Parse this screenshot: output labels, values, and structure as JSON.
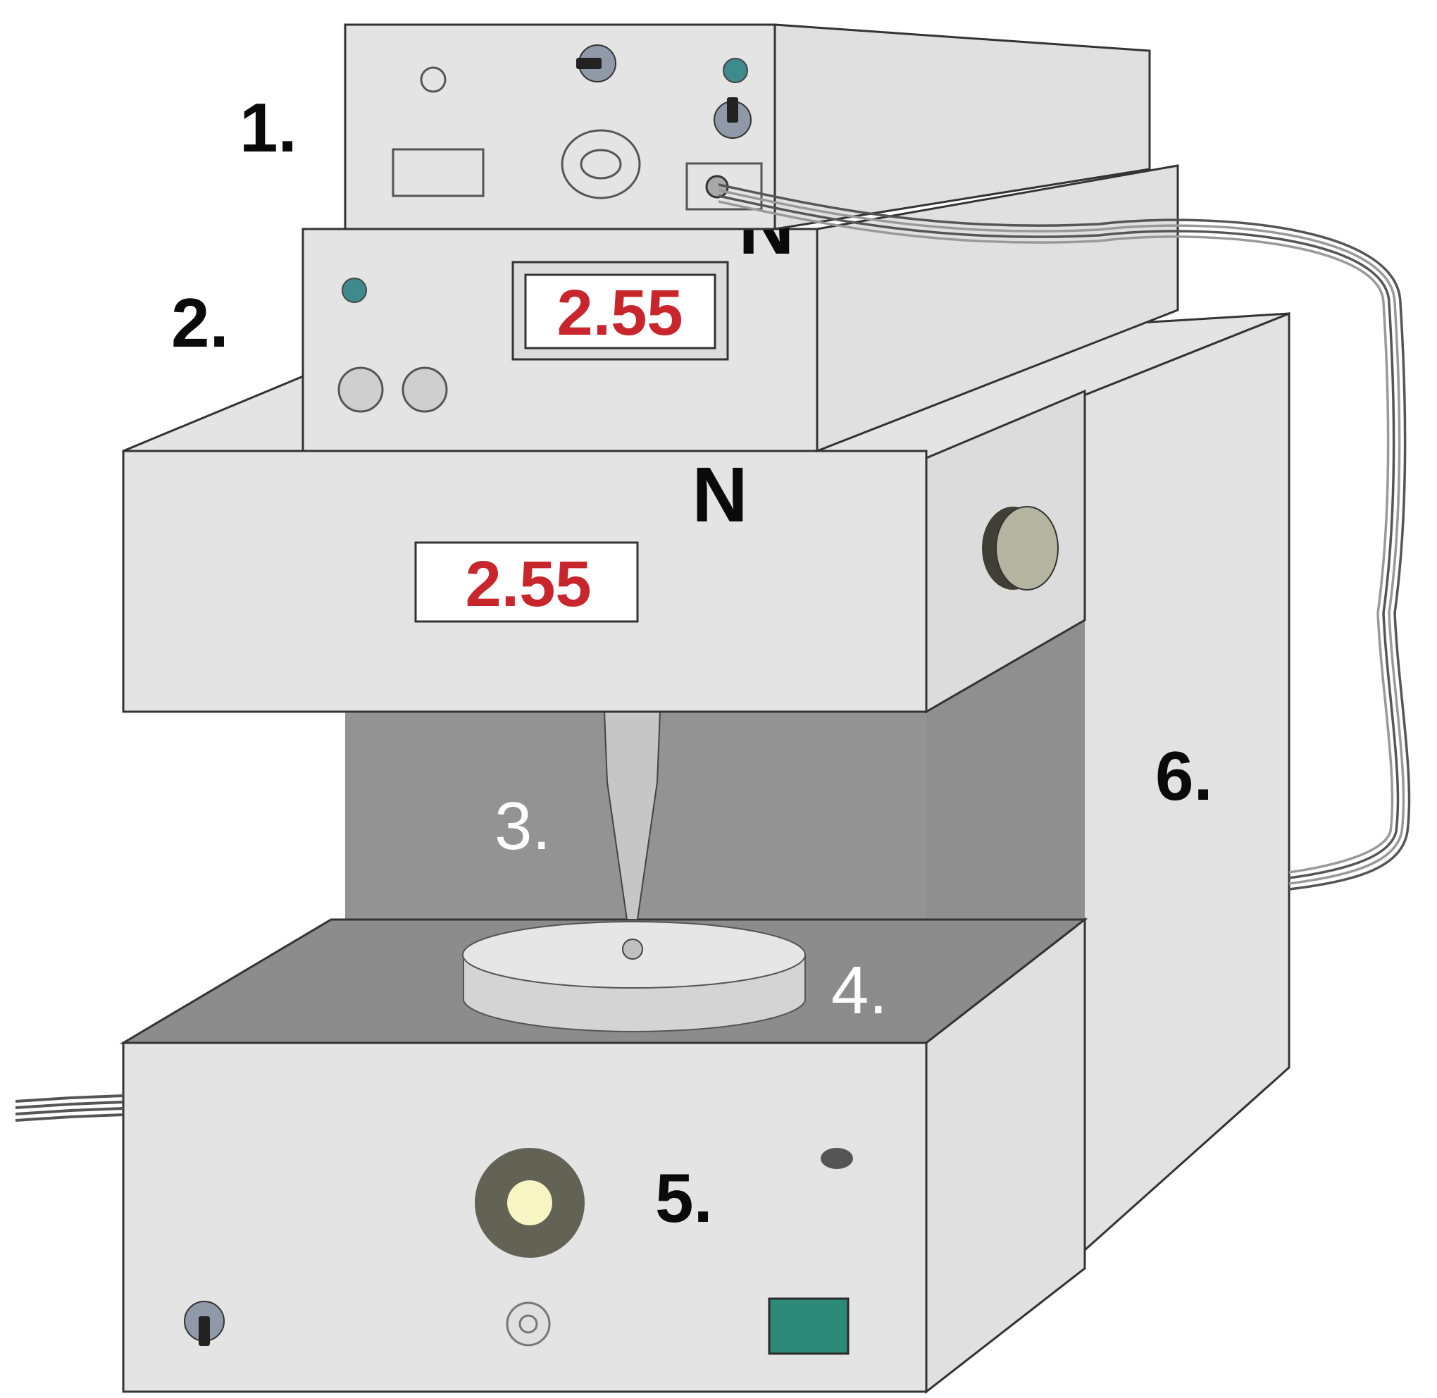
{
  "diagram": {
    "labels": {
      "unit_1": "1.",
      "unit_2": "2.",
      "unit_3": "3.",
      "unit_4": "4.",
      "unit_5": "5.",
      "unit_6": "6."
    },
    "upper_display": "2.55",
    "front_display": "2.55",
    "n_mark_upper": "N",
    "n_mark_front": "N"
  },
  "colors": {
    "panel": "#e2e2e2",
    "panel_shade": "#d6d6d6",
    "cavity": "#939393",
    "floor": "#8c8c8c",
    "readout_text": "#c8262c",
    "indicator_teal": "#3f8a8c",
    "green_button": "#2e8a78"
  }
}
